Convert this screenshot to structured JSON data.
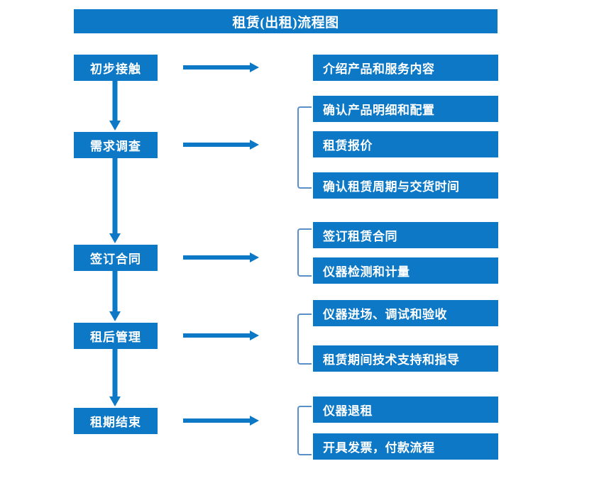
{
  "chart_data": {
    "type": "diagram",
    "title": "租赁(出租)流程图",
    "layout": "two-column flowchart: left stage column linked by downward arrows, each stage linked by a rightward arrow to a bracketed group of detail boxes",
    "colors": {
      "box_fill": "#0C78C6",
      "box_text": "#FFFFFF",
      "arrow": "#0C78C6",
      "bracket": "#5B8FC9",
      "background": "#FFFFFF"
    },
    "stages": [
      {
        "stage": "初步接触",
        "details": [
          "介绍产品和服务内容"
        ],
        "bracketed": false
      },
      {
        "stage": "需求调查",
        "details": [
          "确认产品明细和配置",
          "租赁报价",
          "确认租赁周期与交货时间"
        ],
        "bracketed": true
      },
      {
        "stage": "签订合同",
        "details": [
          "签订租赁合同",
          "仪器检测和计量"
        ],
        "bracketed": true
      },
      {
        "stage": "租后管理",
        "details": [
          "仪器进场、调试和验收",
          "租赁期间技术支持和指导"
        ],
        "bracketed": true
      },
      {
        "stage": "租期结束",
        "details": [
          "仪器退租",
          "开具发票，付款流程"
        ],
        "bracketed": true
      }
    ]
  },
  "title": {
    "text": "租赁(出租)流程图"
  },
  "stages": [
    {
      "label": "初步接触"
    },
    {
      "label": "需求调查"
    },
    {
      "label": "签订合同"
    },
    {
      "label": "租后管理"
    },
    {
      "label": "租期结束"
    }
  ],
  "details": {
    "g1": [
      {
        "label": "介绍产品和服务内容"
      }
    ],
    "g2": [
      {
        "label": "确认产品明细和配置"
      },
      {
        "label": "租赁报价"
      },
      {
        "label": "确认租赁周期与交货时间"
      }
    ],
    "g3": [
      {
        "label": "签订租赁合同"
      },
      {
        "label": "仪器检测和计量"
      }
    ],
    "g4": [
      {
        "label": "仪器进场、调试和验收"
      },
      {
        "label": "租赁期间技术支持和指导"
      }
    ],
    "g5": [
      {
        "label": "仪器退租"
      },
      {
        "label": "开具发票，付款流程"
      }
    ]
  },
  "icons": {
    "arrow_right": "arrow-right-icon",
    "arrow_down": "arrow-down-icon",
    "bracket": "group-bracket-icon"
  }
}
